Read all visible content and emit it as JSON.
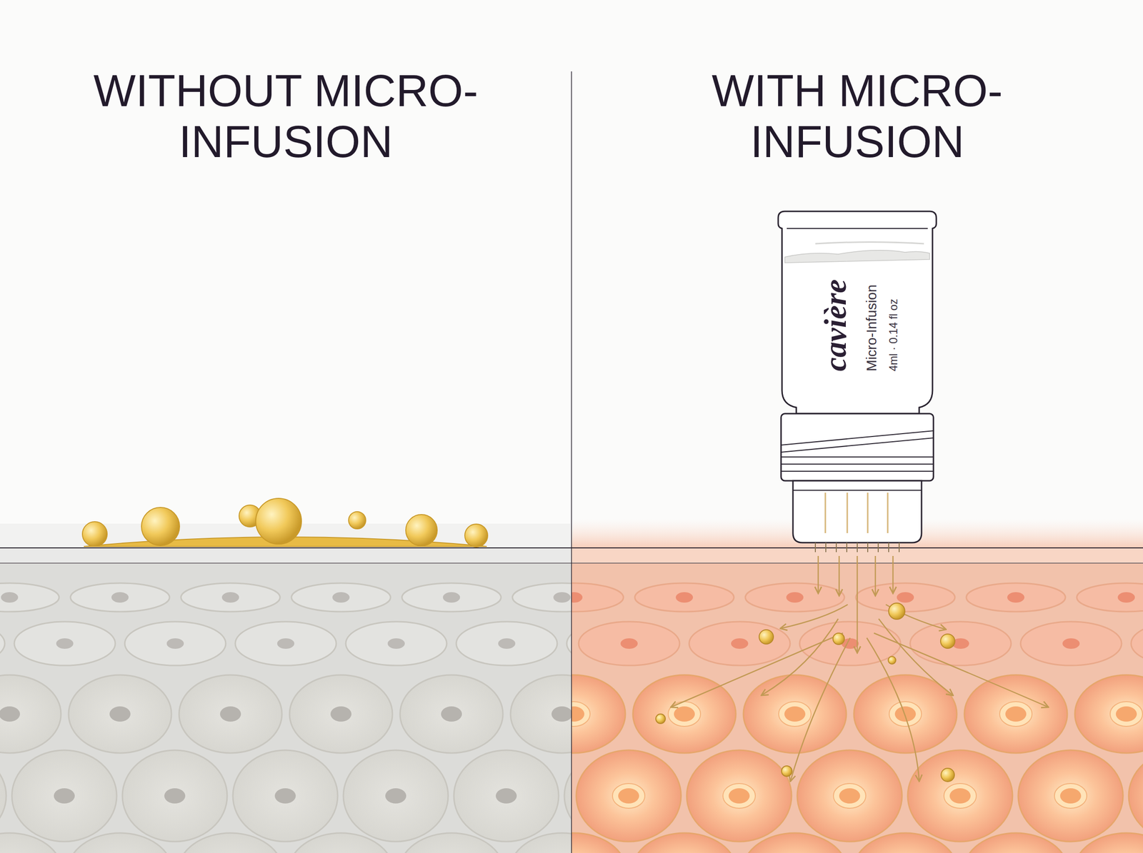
{
  "diagram": {
    "nodes": [
      {
        "text": [
          "cavière",
          "Micro-Infusion",
          "4ml · 0.14 fl oz"
        ]
      }
    ],
    "labels": [
      "WITHOUT MICRO-INFUSION",
      "WITH MICRO-INFUSION"
    ]
  }
}
